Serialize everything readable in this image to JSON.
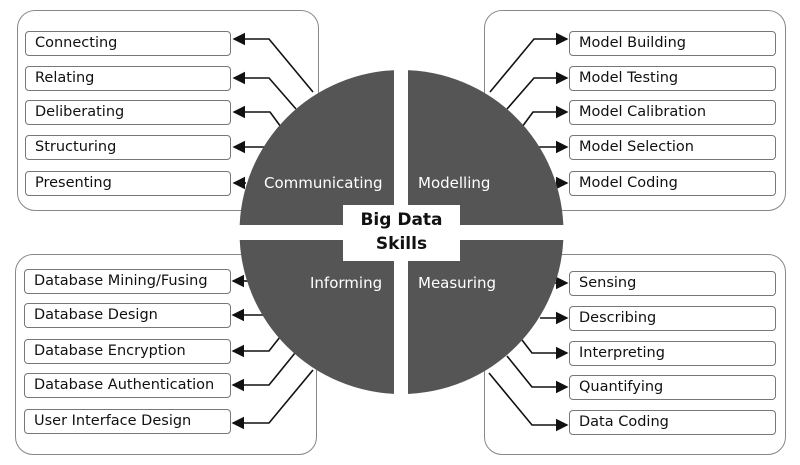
{
  "title": {
    "line1": "Big Data",
    "line2": "Skills"
  },
  "colors": {
    "quadrant": "#555555",
    "border": "#888888"
  },
  "quadrants": {
    "communicating": {
      "label": "Communicating",
      "items": [
        "Connecting",
        "Relating",
        "Deliberating",
        "Structuring",
        "Presenting"
      ]
    },
    "modelling": {
      "label": "Modelling",
      "items": [
        "Model Building",
        "Model Testing",
        "Model Calibration",
        "Model Selection",
        "Model Coding"
      ]
    },
    "informing": {
      "label": "Informing",
      "items": [
        "Database Mining/Fusing",
        "Database Design",
        "Database Encryption",
        "Database Authentication",
        "User Interface Design"
      ]
    },
    "measuring": {
      "label": "Measuring",
      "items": [
        "Sensing",
        "Describing",
        "Interpreting",
        "Quantifying",
        "Data Coding"
      ]
    }
  }
}
